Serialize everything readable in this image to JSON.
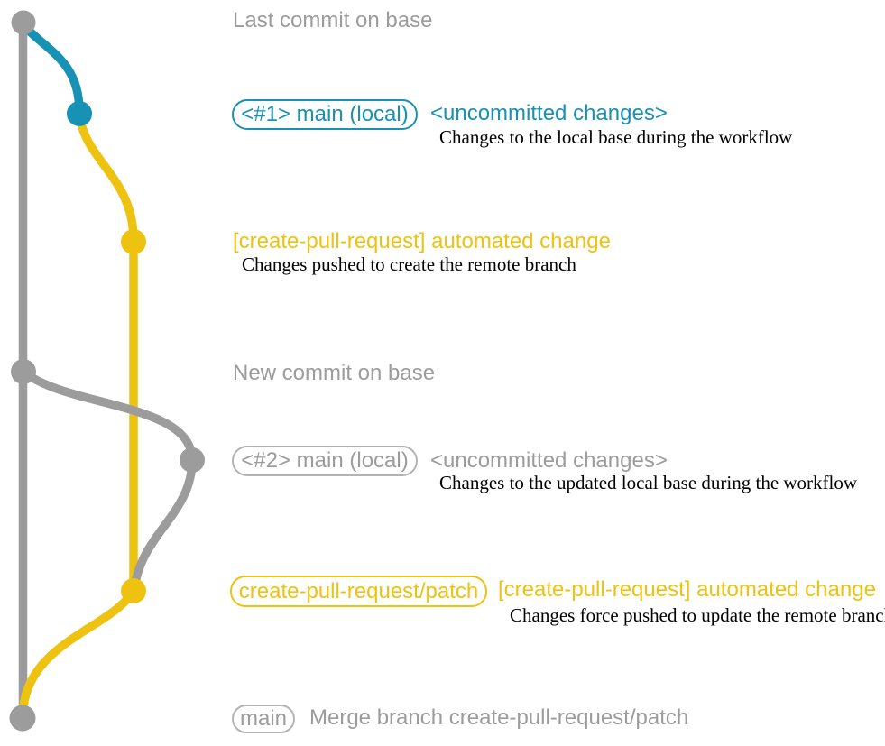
{
  "colors": {
    "gray": "#9C9C9C",
    "teal": "#1791B4",
    "yellow": "#EDC211",
    "description_text": "#000000",
    "gray_box_border": "#B3B3B3"
  },
  "annotations": {
    "last_commit_label": "Last commit on base",
    "branch1_box": "<#1> main (local)",
    "branch1_status": "<uncommitted changes>",
    "branch1_description": "Changes to the local base during the workflow",
    "automated1_label": "[create-pull-request] automated change",
    "automated1_description": "Changes pushed to create the remote branch",
    "new_commit_label": "New commit on base",
    "branch2_box": "<#2> main (local)",
    "branch2_status": "<uncommitted changes>",
    "branch2_description": "Changes to the updated local base during the workflow",
    "patch_branch_box": "create-pull-request/patch",
    "patch_label": "[create-pull-request] automated change",
    "patch_description": "Changes force pushed to update the remote branch",
    "merge_box": "main",
    "merge_label": "Merge branch create-pull-request/patch"
  }
}
